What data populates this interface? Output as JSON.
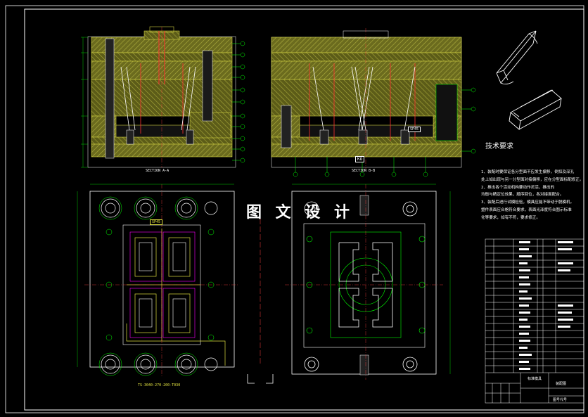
{
  "overlay_title": "图 文 设 计",
  "technical_requirements": {
    "title": "技术要求",
    "notes": [
      "1、装配时要保证各分型面不应发生偏移，倒扣及深孔",
      "处上如出现与另一分型面对接偏移，应在分型面标配修正。",
      "2、推出各个活动机构要动作灵活，推出的",
      "均衡与精定位效果，顺序回位，各对接面配合。",
      "3、装配后进行试模检验，模具应能不带动于脱模机。",
      "塑件表面应合格符合要求，表面光泽度符合图示标准",
      "化等要求，如有不符，要求修正。"
    ]
  },
  "section_labels": {
    "left": "SECTION A-A",
    "right": "SECTION B-B"
  },
  "tags": {
    "ko": "KO",
    "sp_left": "SP45",
    "sp_right": "SP45",
    "bottom_dim": "TS-3040-270-200-T030"
  },
  "title_block": {
    "drawing_name": "标准模具",
    "sheet_label": "装配图",
    "number_label": "图号代号"
  }
}
